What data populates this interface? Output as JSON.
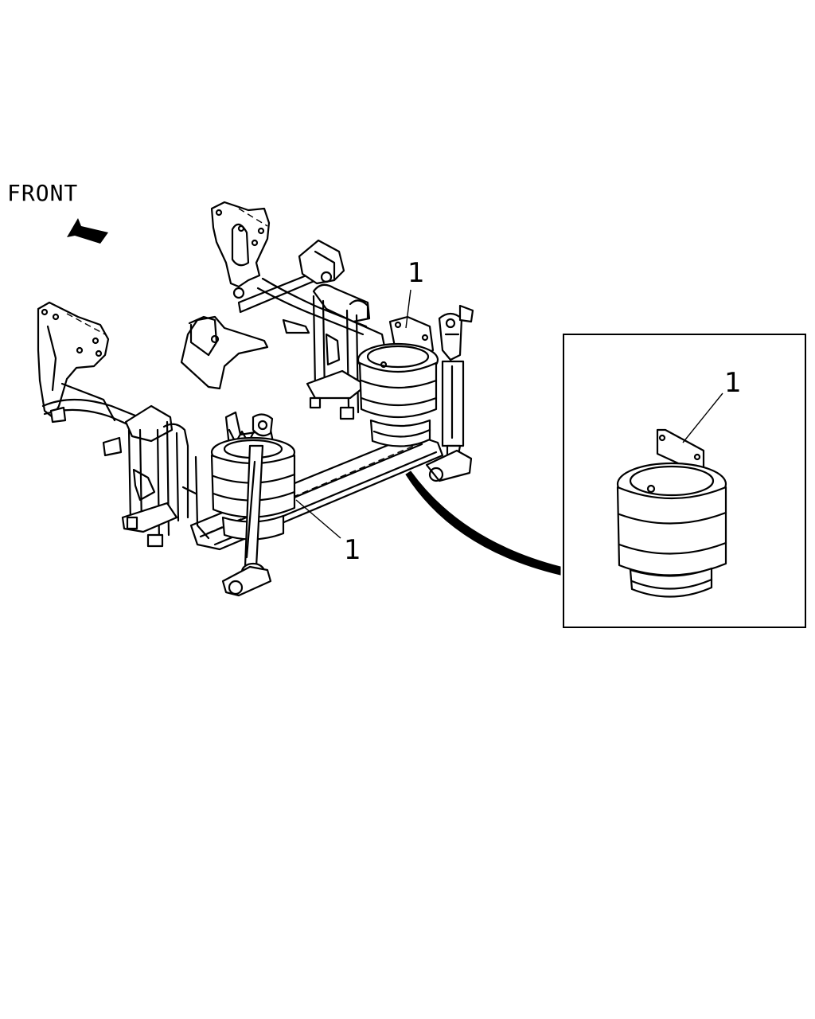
{
  "front_label": "FRONT",
  "callouts": {
    "rear_air_spring": "1",
    "front_air_spring": "1",
    "detail_air_spring": "1"
  },
  "colors": {
    "line": "#000000",
    "background": "#ffffff"
  }
}
